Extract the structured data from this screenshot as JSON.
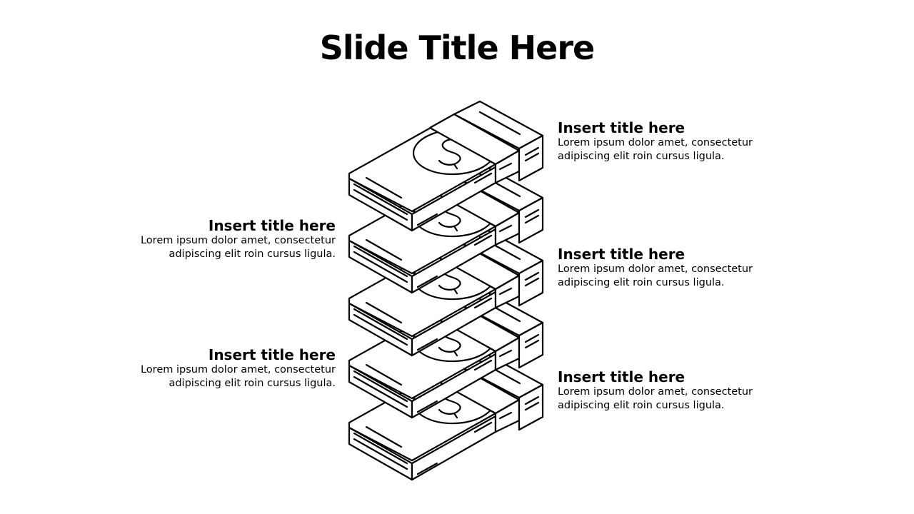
{
  "slide": {
    "title": "Slide Title Here"
  },
  "diagram": {
    "type": "stacked-money-bundles",
    "layers": 5,
    "icon": "dollar-bill-stack-icon",
    "stroke_color": "#000000",
    "fill_color": "#ffffff"
  },
  "items": [
    {
      "side": "right",
      "title": "Insert title here",
      "line1": "Lorem ipsum dolor amet, consectetur",
      "line2": "adipiscing elit roin cursus ligula."
    },
    {
      "side": "left",
      "title": "Insert title here",
      "line1": "Lorem ipsum dolor amet, consectetur",
      "line2": "adipiscing elit roin cursus ligula."
    },
    {
      "side": "right",
      "title": "Insert title here",
      "line1": "Lorem ipsum dolor amet, consectetur",
      "line2": "adipiscing elit roin cursus ligula."
    },
    {
      "side": "left",
      "title": "Insert title here",
      "line1": "Lorem ipsum dolor amet, consectetur",
      "line2": "adipiscing elit roin cursus ligula."
    },
    {
      "side": "right",
      "title": "Insert title here",
      "line1": "Lorem ipsum dolor amet, consectetur",
      "line2": "adipiscing elit roin cursus ligula."
    }
  ]
}
